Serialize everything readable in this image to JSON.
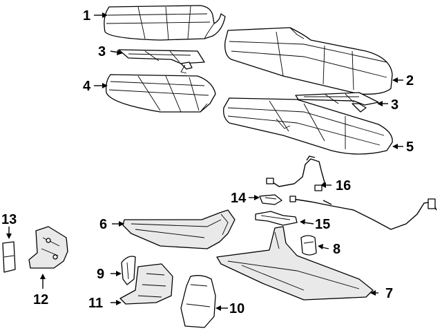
{
  "diagram": {
    "callouts": [
      {
        "id": "c1",
        "label": "1"
      },
      {
        "id": "c2",
        "label": "2"
      },
      {
        "id": "c3a",
        "label": "3"
      },
      {
        "id": "c3b",
        "label": "3"
      },
      {
        "id": "c4",
        "label": "4"
      },
      {
        "id": "c5",
        "label": "5"
      },
      {
        "id": "c6",
        "label": "6"
      },
      {
        "id": "c7",
        "label": "7"
      },
      {
        "id": "c8",
        "label": "8"
      },
      {
        "id": "c9",
        "label": "9"
      },
      {
        "id": "c10",
        "label": "10"
      },
      {
        "id": "c11",
        "label": "11"
      },
      {
        "id": "c12",
        "label": "12"
      },
      {
        "id": "c13",
        "label": "13"
      },
      {
        "id": "c14",
        "label": "14"
      },
      {
        "id": "c15",
        "label": "15"
      },
      {
        "id": "c16",
        "label": "16"
      }
    ]
  }
}
